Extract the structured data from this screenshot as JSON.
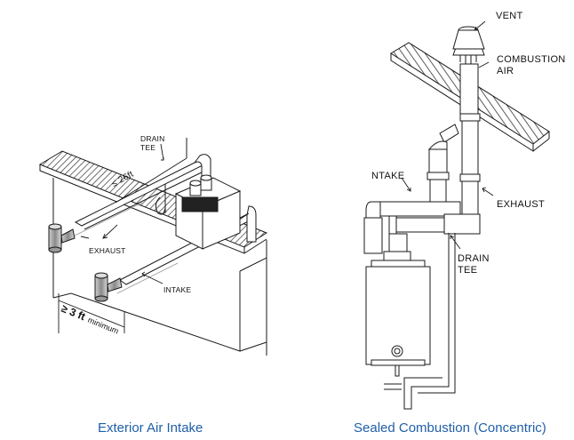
{
  "left_diagram": {
    "labels": {
      "drain_tee_line1": "DRAIN",
      "drain_tee_line2": "TEE",
      "distance": "≤ 26ft",
      "exhaust": "EXHAUST",
      "intake": "INTAKE",
      "minimum_sym": "≥ 3 ft",
      "minimum_word": "minimum"
    },
    "caption": "Exterior Air Intake"
  },
  "right_diagram": {
    "labels": {
      "vent": "VENT",
      "combustion_line1": "COMBUSTION",
      "combustion_line2": "AIR",
      "intake": "NTAKE",
      "exhaust": "EXHAUST",
      "drain_line1": "DRAIN",
      "drain_line2": "TEE"
    },
    "caption": "Sealed Combustion (Concentric)"
  },
  "colors": {
    "line": "#1a1a1a",
    "caption": "#1f5fa8",
    "hatch": "#333333",
    "pipe_shade": "#9a9a9a"
  }
}
